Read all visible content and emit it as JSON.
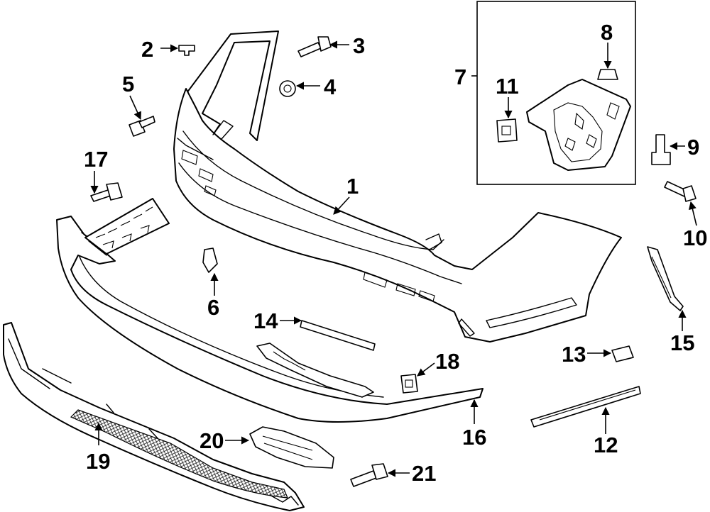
{
  "diagram": {
    "callouts": [
      {
        "id": "c1",
        "label": "1"
      },
      {
        "id": "c2",
        "label": "2"
      },
      {
        "id": "c3",
        "label": "3"
      },
      {
        "id": "c4",
        "label": "4"
      },
      {
        "id": "c5",
        "label": "5"
      },
      {
        "id": "c6",
        "label": "6"
      },
      {
        "id": "c7",
        "label": "7"
      },
      {
        "id": "c8",
        "label": "8"
      },
      {
        "id": "c9",
        "label": "9"
      },
      {
        "id": "c10",
        "label": "10"
      },
      {
        "id": "c11",
        "label": "11"
      },
      {
        "id": "c12",
        "label": "12"
      },
      {
        "id": "c13",
        "label": "13"
      },
      {
        "id": "c14",
        "label": "14"
      },
      {
        "id": "c15",
        "label": "15"
      },
      {
        "id": "c16",
        "label": "16"
      },
      {
        "id": "c17",
        "label": "17"
      },
      {
        "id": "c18",
        "label": "18"
      },
      {
        "id": "c19",
        "label": "19"
      },
      {
        "id": "c20",
        "label": "20"
      },
      {
        "id": "c21",
        "label": "21"
      }
    ],
    "colors": {
      "line": "#000000",
      "background": "#ffffff"
    }
  }
}
